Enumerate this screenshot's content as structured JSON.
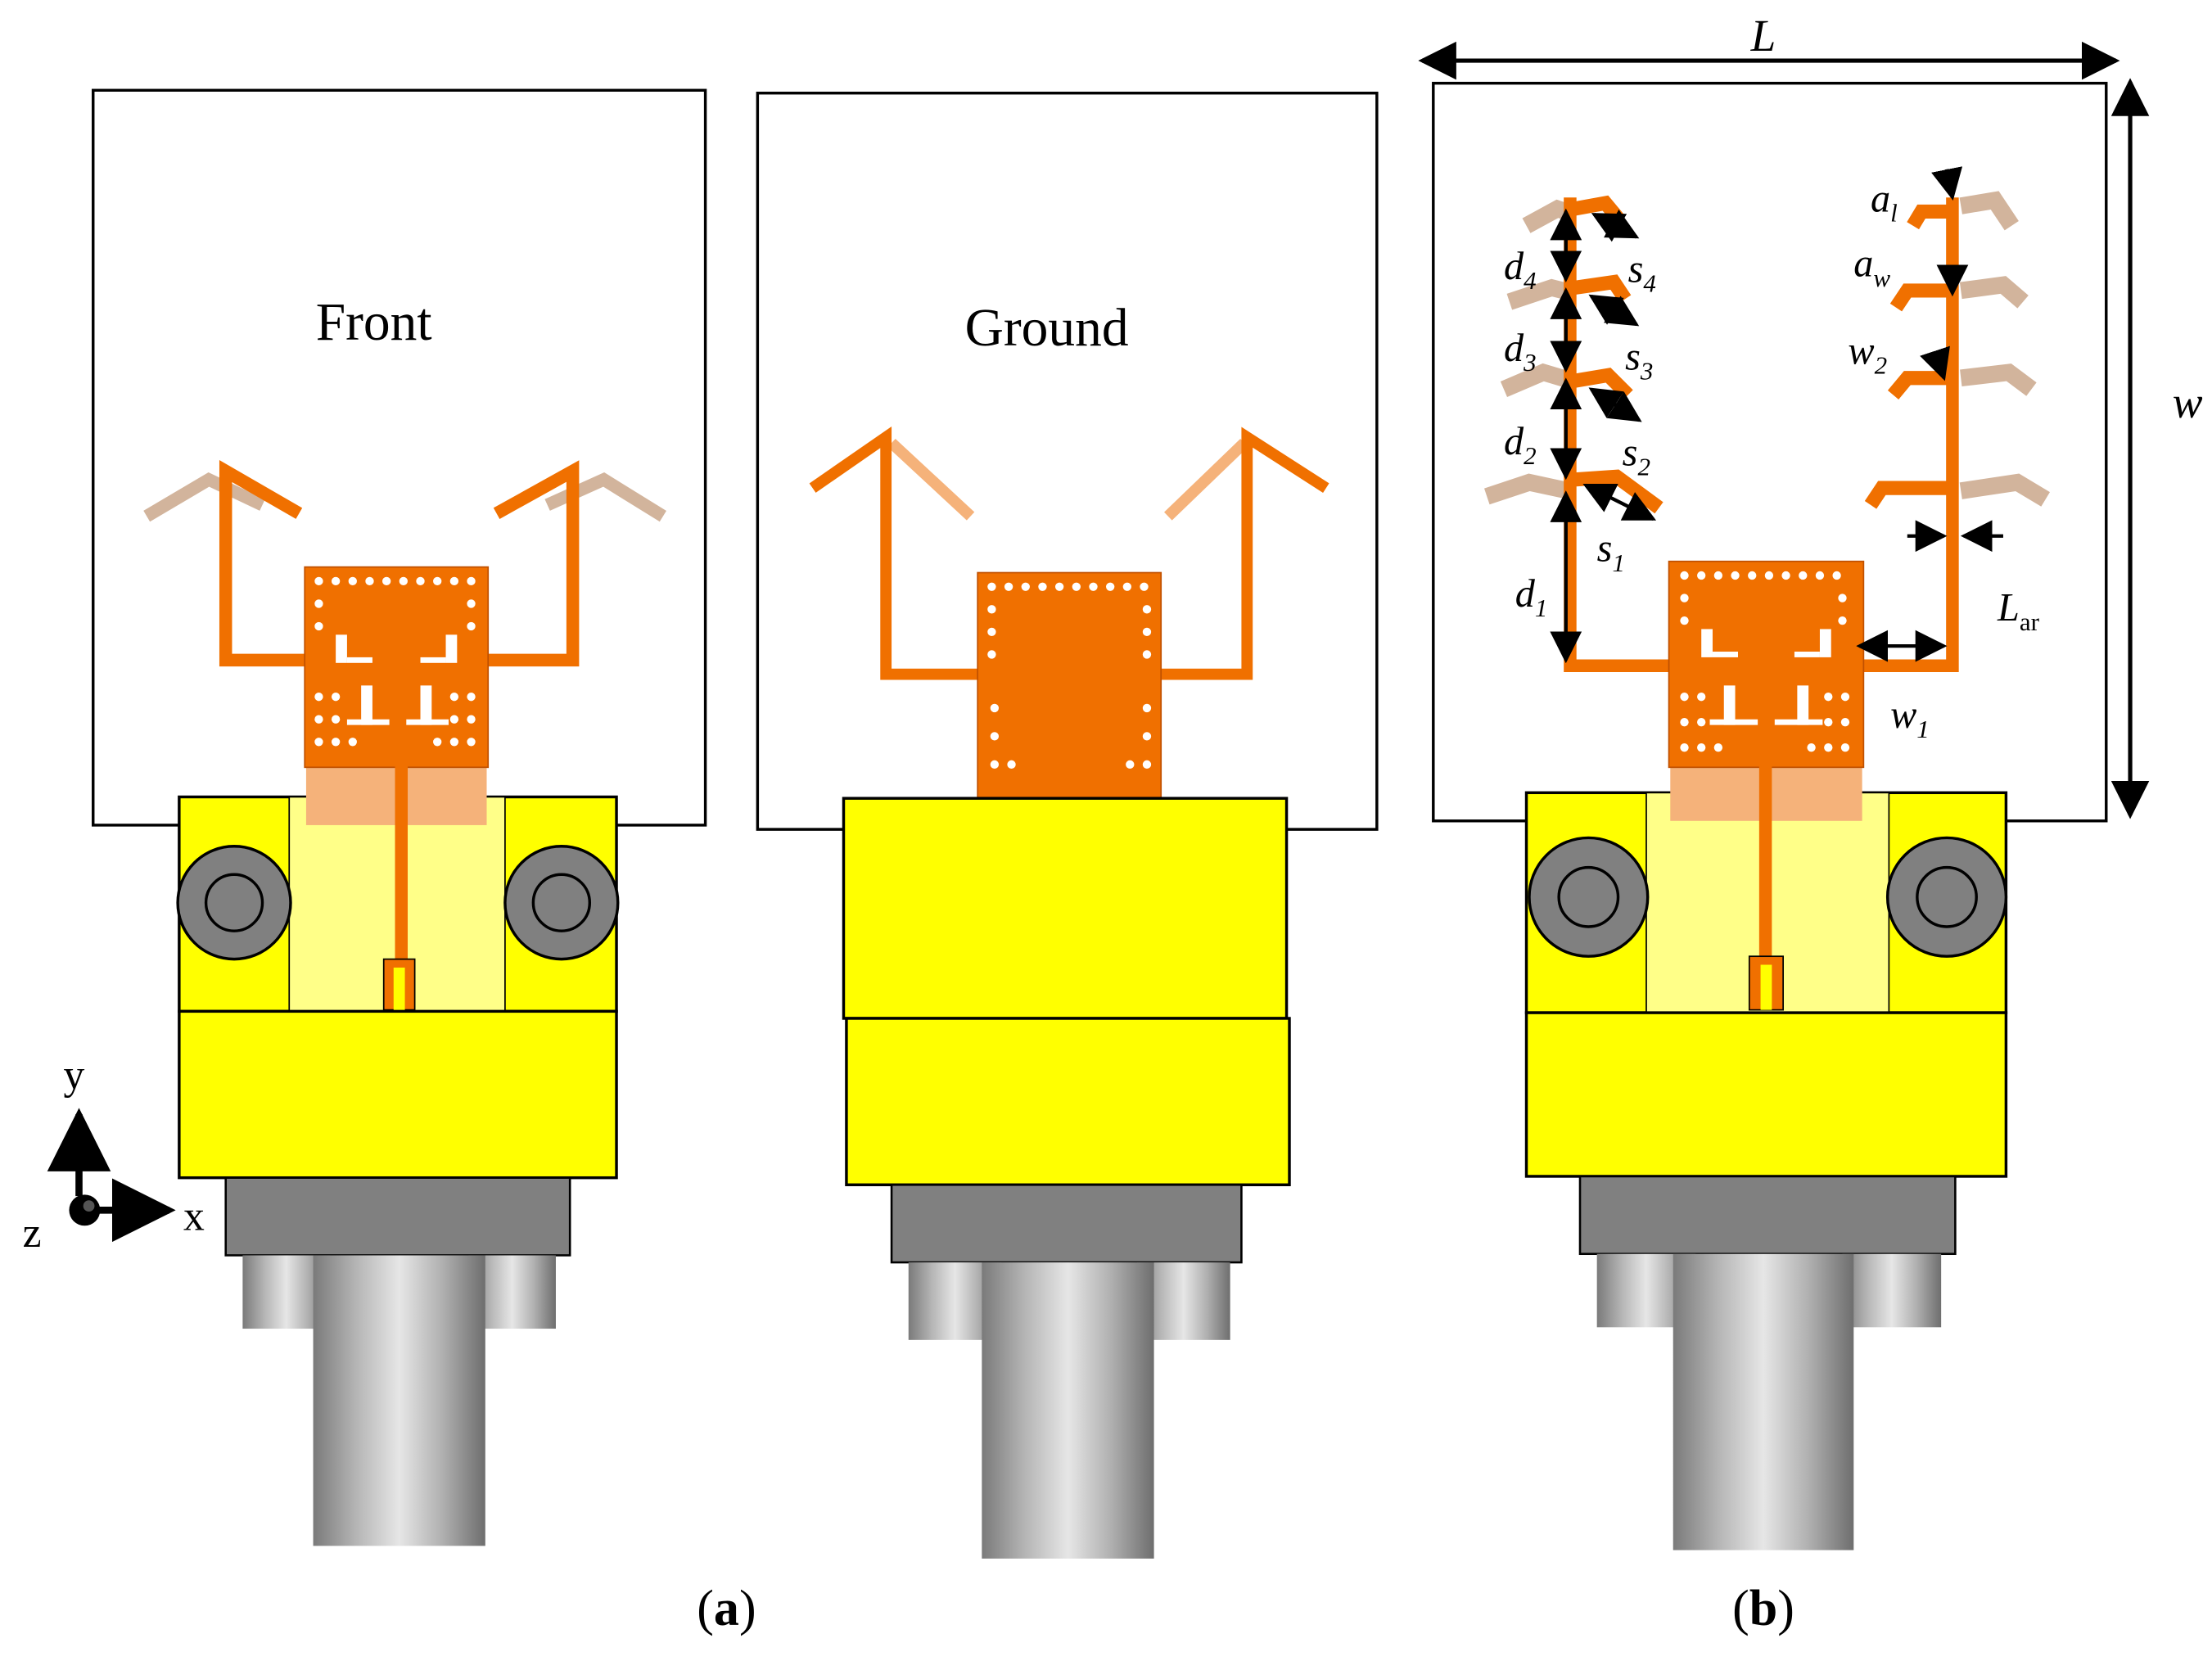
{
  "panels": {
    "front": {
      "label": "Front"
    },
    "ground": {
      "label": "Ground"
    }
  },
  "captions": {
    "a": {
      "open": "(",
      "letter": "a",
      "close": ")"
    },
    "b": {
      "open": "(",
      "letter": "b",
      "close": ")"
    }
  },
  "axes": {
    "x": "x",
    "y": "y",
    "z": "z"
  },
  "dimensions": {
    "L": {
      "base": "L",
      "sub": ""
    },
    "w": {
      "base": "w",
      "sub": ""
    },
    "Lar": {
      "base": "L",
      "sub": "ar"
    },
    "w1": {
      "base": "w",
      "sub": "1"
    },
    "w2": {
      "base": "w",
      "sub": "2"
    },
    "a1": {
      "base": "a",
      "sub": "l"
    },
    "aw": {
      "base": "a",
      "sub": "w"
    },
    "d1": {
      "base": "d",
      "sub": "1"
    },
    "d2": {
      "base": "d",
      "sub": "2"
    },
    "d3": {
      "base": "d",
      "sub": "3"
    },
    "d4": {
      "base": "d",
      "sub": "4"
    },
    "s1": {
      "base": "s",
      "sub": "1"
    },
    "s2": {
      "base": "s",
      "sub": "2"
    },
    "s3": {
      "base": "s",
      "sub": "3"
    },
    "s4": {
      "base": "s",
      "sub": "4"
    }
  },
  "colors": {
    "copper": "#F07000",
    "copper_back": "#D2B49C",
    "substrate_edge": "#F5B27A",
    "connector_yellow": "#FFFF00",
    "connector_light": "#FFFF88",
    "metal_dark": "#808080",
    "metal_light": "#C0C0C0",
    "outline": "#000000"
  }
}
